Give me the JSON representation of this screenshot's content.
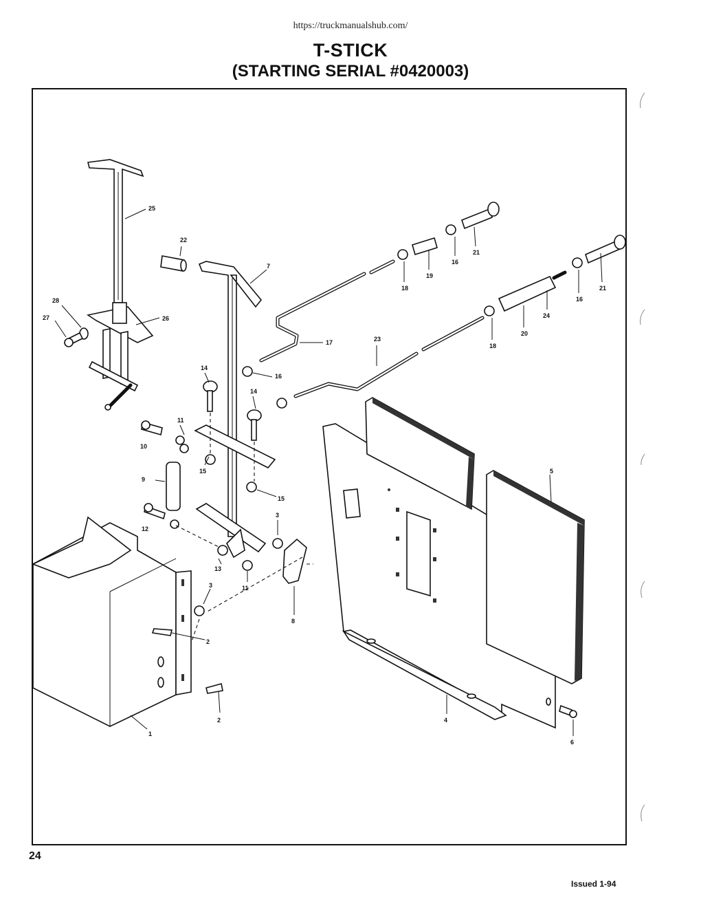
{
  "header": {
    "url": "https://truckmanualshub.com/",
    "title": "T-STICK",
    "subtitle": "(STARTING SERIAL #0420003)"
  },
  "footer": {
    "page_number": "24",
    "issued": "Issued 1-94"
  },
  "callouts": {
    "c1": "1",
    "c2a": "2",
    "c2b": "2",
    "c3a": "3",
    "c3b": "3",
    "c4": "4",
    "c5": "5",
    "c6": "6",
    "c7": "7",
    "c8": "8",
    "c9": "9",
    "c10": "10",
    "c11a": "11",
    "c11b": "11",
    "c12": "12",
    "c13": "13",
    "c14a": "14",
    "c14b": "14",
    "c15a": "15",
    "c15b": "15",
    "c16a": "16",
    "c16b": "16",
    "c16c": "16",
    "c17": "17",
    "c18a": "18",
    "c18b": "18",
    "c19": "19",
    "c20": "20",
    "c21a": "21",
    "c21b": "21",
    "c22": "22",
    "c23": "23",
    "c24": "24",
    "c25": "25",
    "c26": "26",
    "c27": "27",
    "c28": "28"
  }
}
